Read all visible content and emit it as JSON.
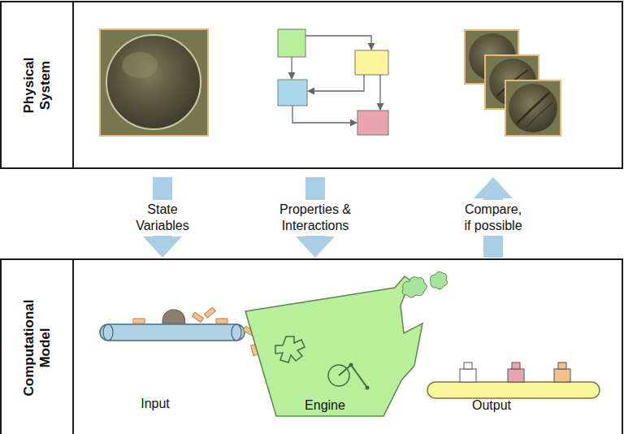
{
  "diagram": {
    "nodes": [
      {
        "text": [
          "Physical System"
        ]
      },
      {
        "text": [
          "Computational Model"
        ]
      }
    ],
    "edges": [
      {
        "from": 0,
        "to": 1,
        "arrow": "to",
        "label": "State Variables"
      },
      {
        "from": 0,
        "to": 1,
        "arrow": "to",
        "label": "Properties & Interactions"
      },
      {
        "from": 1,
        "to": 0,
        "arrow": "to",
        "label": "Compare, if possible"
      }
    ],
    "labels": [
      "Input",
      "Engine",
      "Output"
    ]
  }
}
